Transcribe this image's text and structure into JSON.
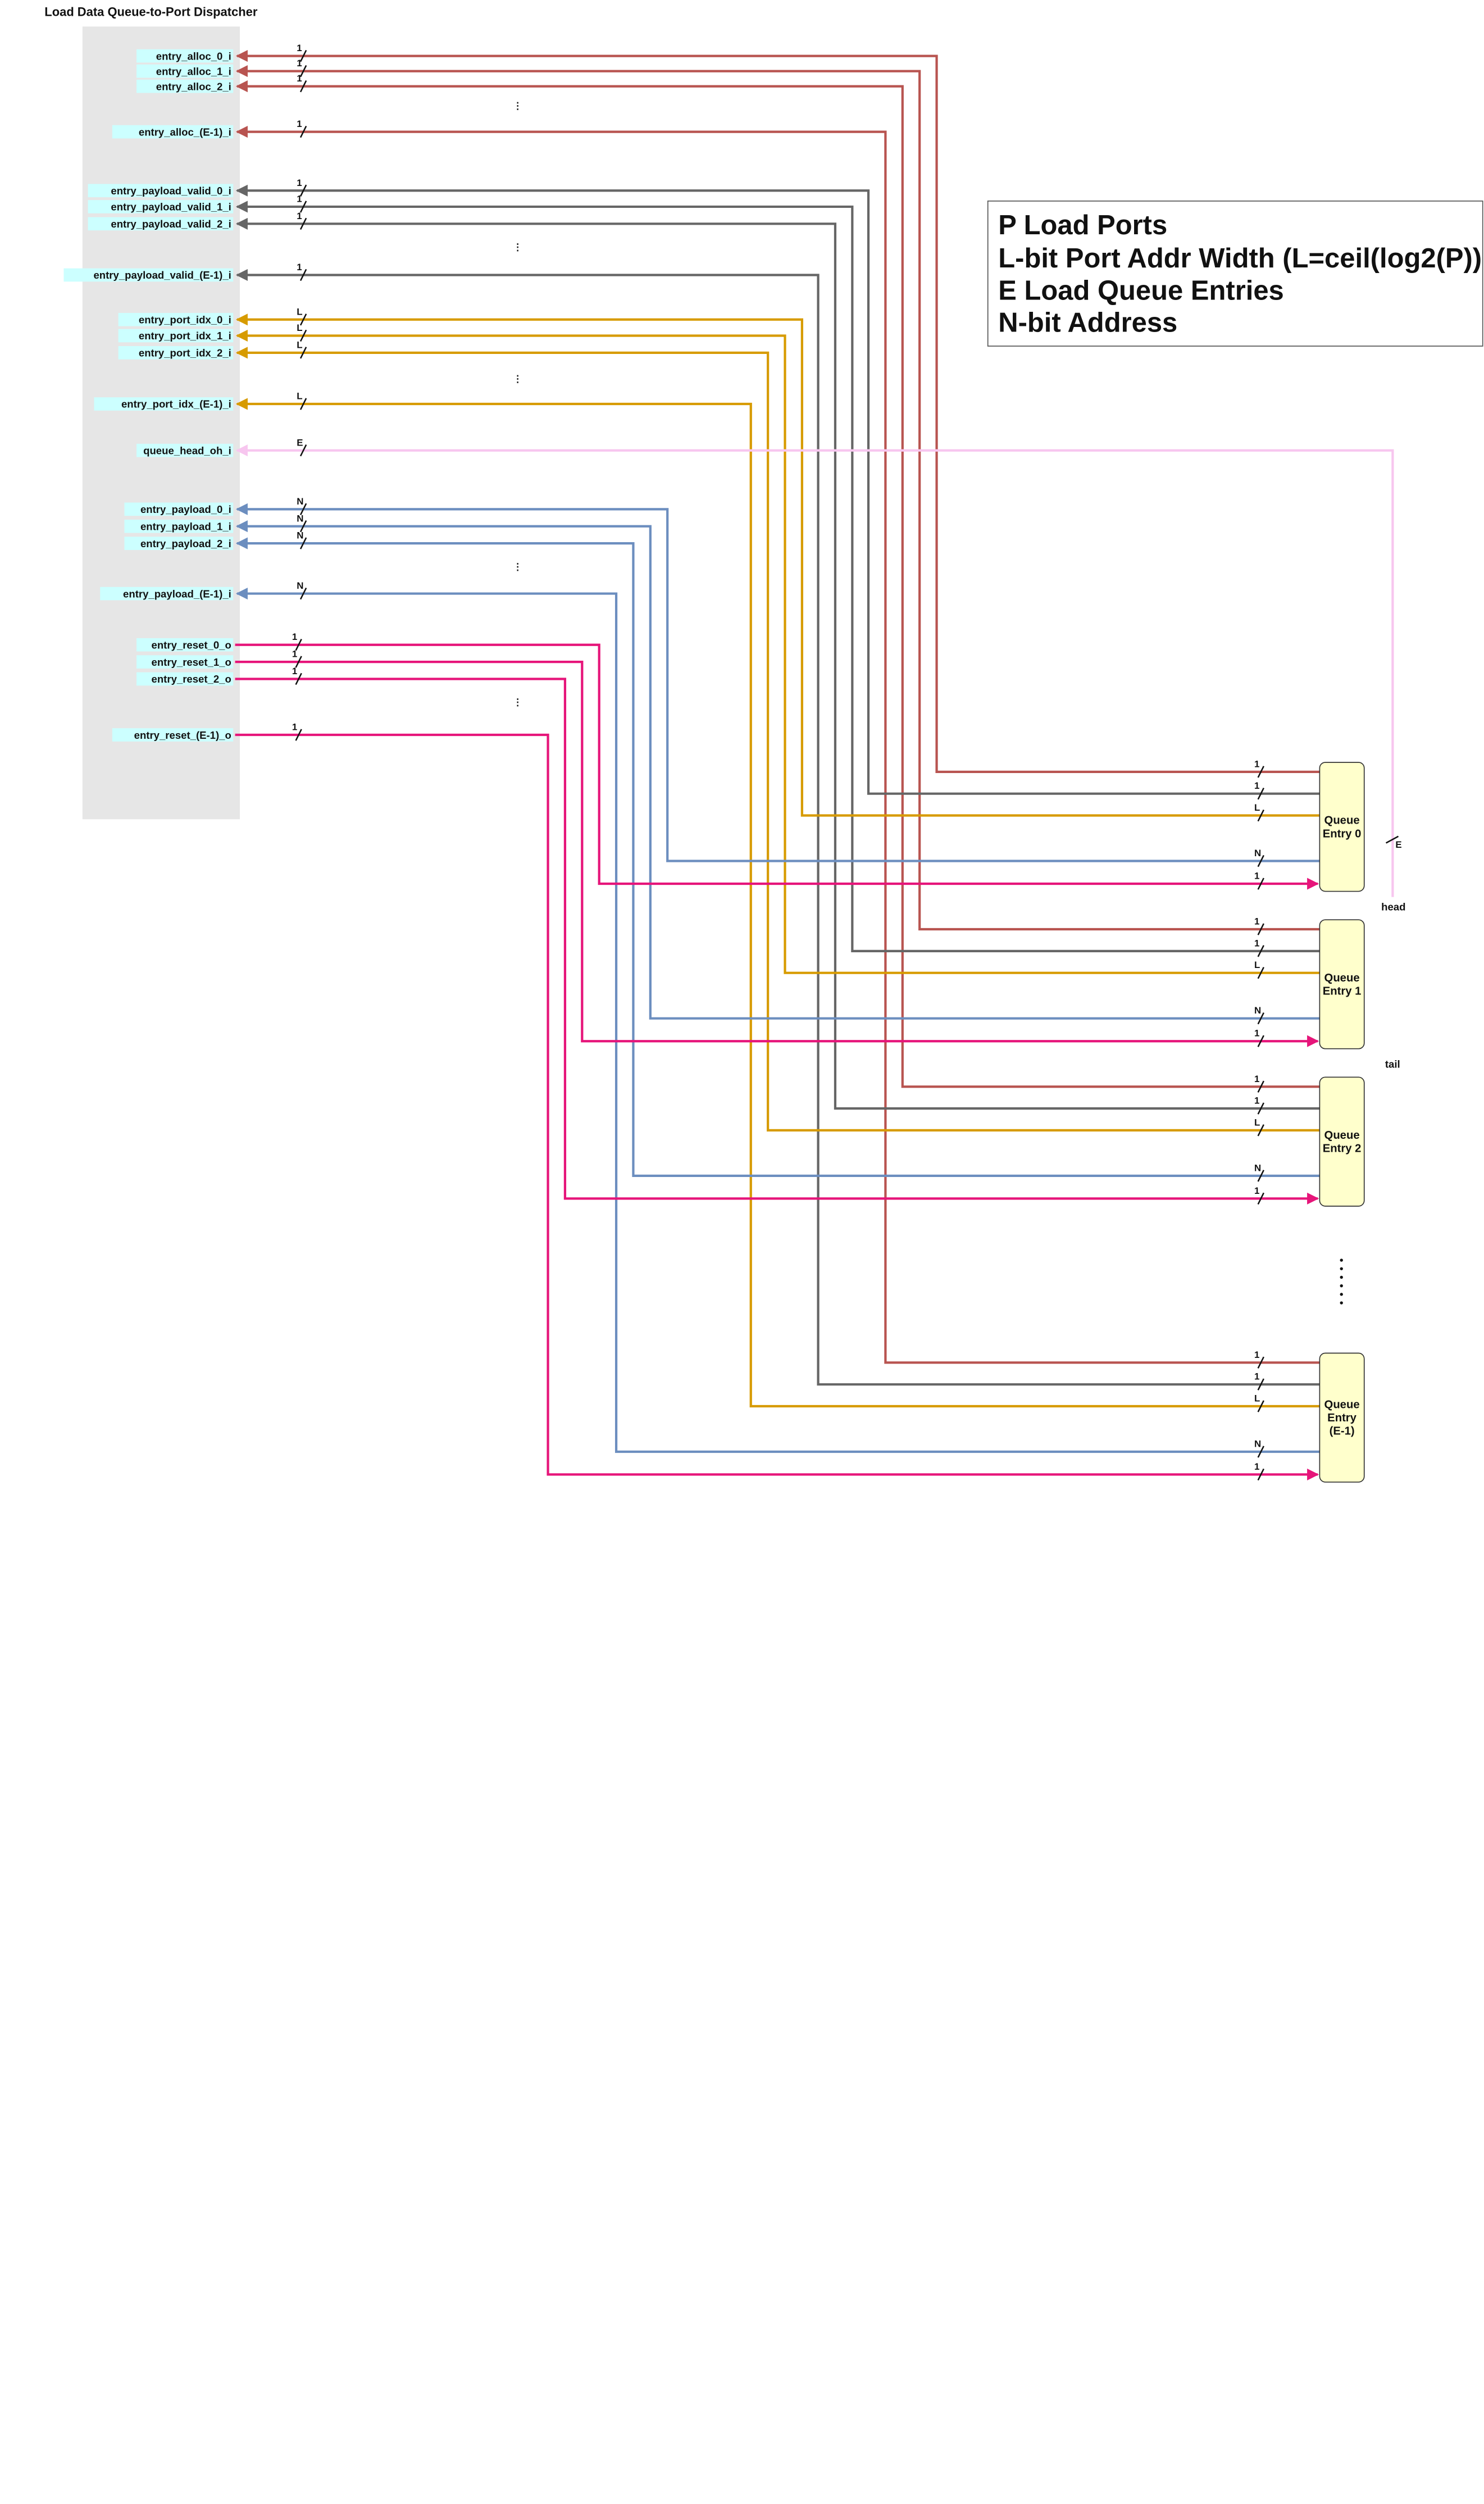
{
  "title": "Load Data Queue-to-Port Dispatcher",
  "legend": [
    "P Load Ports",
    "L-bit Port Addr Width (L=ceil(log2(P))",
    "E Load Queue Entries",
    "N-bit Address"
  ],
  "colors": {
    "alloc": "#b85450",
    "payload_valid": "#666666",
    "port_idx": "#d79b00",
    "head": "#f7c6ef",
    "payload": "#6c8ebf",
    "reset": "#e6157a",
    "label_bg": "#ccffff",
    "module_bg": "#e6e6e6",
    "entry_fill": "#ffffcc"
  },
  "groups": [
    {
      "id": "alloc",
      "width": "1",
      "dir": "in",
      "signals": [
        "entry_alloc_0_i",
        "entry_alloc_1_i",
        "entry_alloc_2_i",
        "entry_alloc_(E-1)_i"
      ]
    },
    {
      "id": "payload_valid",
      "width": "1",
      "dir": "in",
      "signals": [
        "entry_payload_valid_0_i",
        "entry_payload_valid_1_i",
        "entry_payload_valid_2_i",
        "entry_payload_valid_(E-1)_i"
      ]
    },
    {
      "id": "port_idx",
      "width": "L",
      "dir": "in",
      "signals": [
        "entry_port_idx_0_i",
        "entry_port_idx_1_i",
        "entry_port_idx_2_i",
        "entry_port_idx_(E-1)_i"
      ]
    },
    {
      "id": "payload",
      "width": "N",
      "dir": "in",
      "signals": [
        "entry_payload_0_i",
        "entry_payload_1_i",
        "entry_payload_2_i",
        "entry_payload_(E-1)_i"
      ]
    },
    {
      "id": "reset",
      "width": "1",
      "dir": "out",
      "signals": [
        "entry_reset_0_o",
        "entry_reset_1_o",
        "entry_reset_2_o",
        "entry_reset_(E-1)_o"
      ]
    }
  ],
  "head_signal": {
    "label": "queue_head_oh_i",
    "width": "E"
  },
  "entries": [
    {
      "lines": [
        "Queue",
        "Entry 0"
      ]
    },
    {
      "lines": [
        "Queue",
        "Entry 1"
      ]
    },
    {
      "lines": [
        "Queue",
        "Entry 2"
      ]
    },
    {
      "lines": [
        "Queue",
        "Entry",
        "(E-1)"
      ]
    }
  ],
  "pointer_labels": {
    "head": "head",
    "tail": "tail"
  }
}
